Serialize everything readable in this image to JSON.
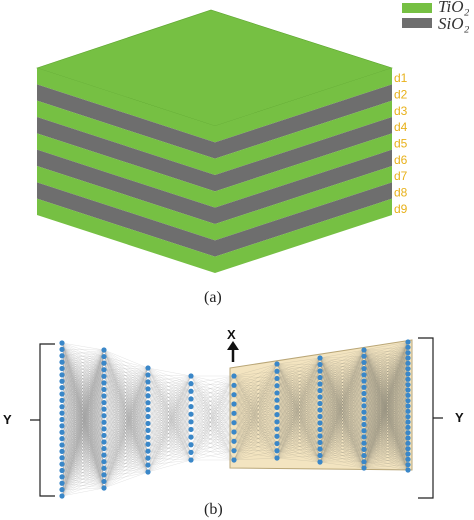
{
  "legend": {
    "items": [
      {
        "label": "TiO₂",
        "color": "#76c043"
      },
      {
        "label": "SiO₂",
        "color": "#6e6e6e"
      }
    ]
  },
  "stack": {
    "layers": [
      "d1",
      "d2",
      "d3",
      "d4",
      "d5",
      "d6",
      "d7",
      "d8",
      "d9"
    ],
    "top_color": "#76c043",
    "tio2_color": "#76c043",
    "sio2_color": "#6e6e6e",
    "label_color": "#e8b11a"
  },
  "captions": {
    "a": "(a)",
    "b": "(b)"
  },
  "network": {
    "left_label": "Y",
    "right_label": "Y",
    "arrow_label": "X",
    "layer_sizes": [
      25,
      22,
      16,
      12,
      10,
      14,
      17,
      20,
      25
    ],
    "node_color": "#3a87c8",
    "highlight_color": "#f3e4c0"
  }
}
